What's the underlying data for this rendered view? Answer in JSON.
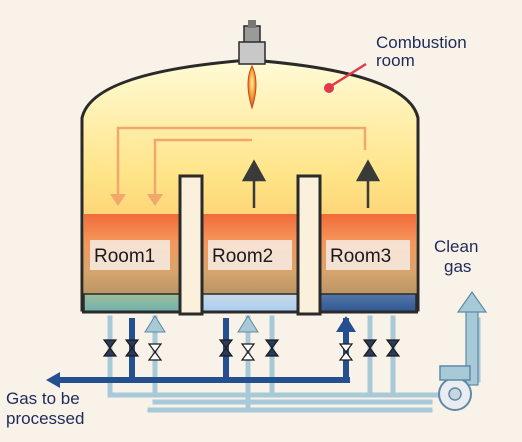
{
  "labels": {
    "combustion_line1": "Combustion",
    "combustion_line2": "room",
    "clean_gas_line1": "Clean",
    "clean_gas_line2": "gas",
    "gas_in_line1": "Gas to be",
    "gas_in_line2": "processed"
  },
  "rooms": [
    {
      "label": "Room1"
    },
    {
      "label": "Room2"
    },
    {
      "label": "Room3"
    }
  ],
  "colors": {
    "background": "#f8f2e8",
    "outline": "#2a2a2a",
    "dome_top": "#fffbd6",
    "dome_mid": "#ffe58a",
    "dome_bottom": "#f9b64e",
    "room_band_top": "#f26b3a",
    "room_band_bottom": "#b89466",
    "room1_base": "#7fb7a8",
    "room2_base": "#b6d3f0",
    "room3_base": "#3f66a4",
    "pipe_dark": "#25508f",
    "pipe_light": "#a8c9d8",
    "arrow_light": "#f2a86a",
    "arrow_dark": "#3a3a3a",
    "marker": "#e0394a"
  }
}
